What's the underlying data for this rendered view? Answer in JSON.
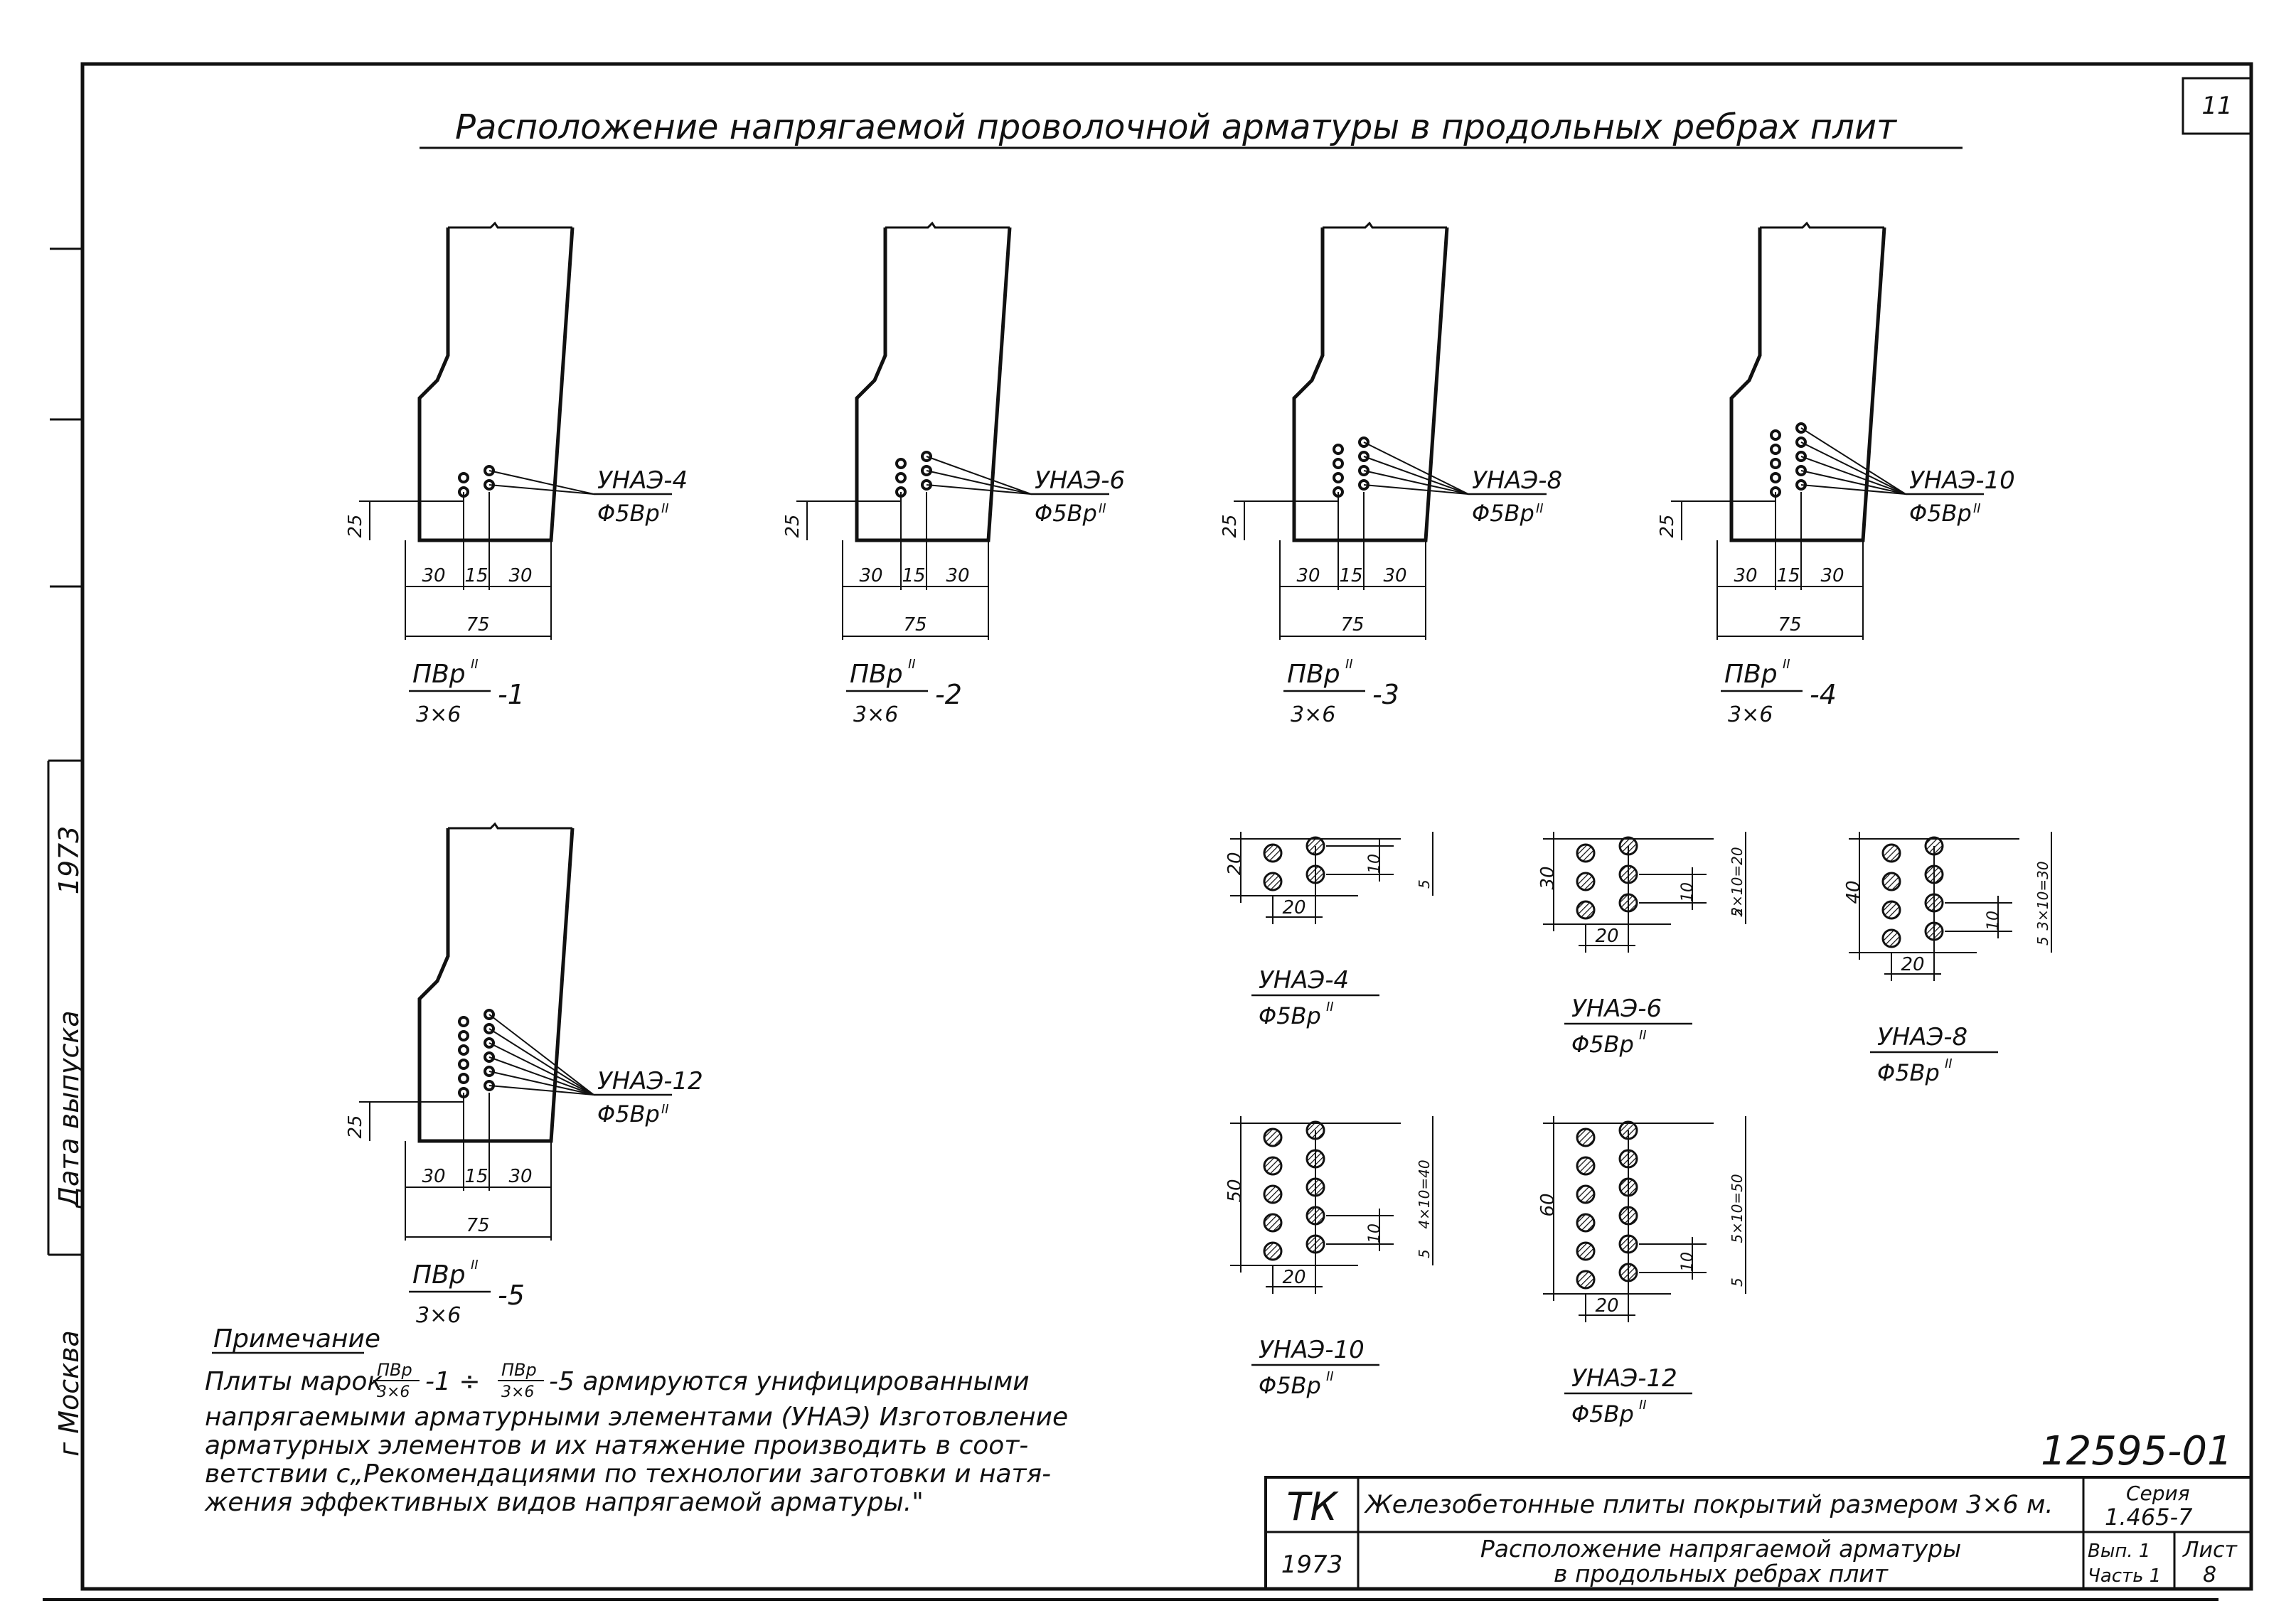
{
  "sheet_number": "11",
  "title": "Расположение   напрягаемой   проволочной арматуры в продольных ребрах плит",
  "left_stamp": {
    "city": "г Москва",
    "release_date_label": "Дата выпуска",
    "year": "1973"
  },
  "rib_sections": [
    {
      "dim_height": "25",
      "dim_left": "30",
      "dim_mid": "15",
      "dim_right": "30",
      "dim_total": "75",
      "element": "УНАЭ-4",
      "wire": "Φ5Вр",
      "mark_top": "ПВр",
      "mark_bottom": "3×6",
      "mark_suffix": "-1",
      "roman": "II"
    },
    {
      "dim_height": "25",
      "dim_left": "30",
      "dim_mid": "15",
      "dim_right": "30",
      "dim_total": "75",
      "element": "УНАЭ-6",
      "wire": "Φ5Вр",
      "mark_top": "ПВр",
      "mark_bottom": "3×6",
      "mark_suffix": "-2",
      "roman": "II"
    },
    {
      "dim_height": "25",
      "dim_left": "30",
      "dim_mid": "15",
      "dim_right": "30",
      "dim_total": "75",
      "element": "УНАЭ-8",
      "wire": "Φ5Вр",
      "mark_top": "ПВр",
      "mark_bottom": "3×6",
      "mark_suffix": "-3",
      "roman": "II"
    },
    {
      "dim_height": "25",
      "dim_left": "30",
      "dim_mid": "15",
      "dim_right": "30",
      "dim_total": "75",
      "element": "УНАЭ-10",
      "wire": "Φ5Вр",
      "mark_top": "ПВр",
      "mark_bottom": "3×6",
      "mark_suffix": "-4",
      "roman": "II"
    },
    {
      "dim_height": "25",
      "dim_left": "30",
      "dim_mid": "15",
      "dim_right": "30",
      "dim_total": "75",
      "element": "УНАЭ-12",
      "wire": "Φ5Вр",
      "mark_top": "ПВр",
      "mark_bottom": "3×6",
      "mark_suffix": "-5",
      "roman": "II"
    }
  ],
  "elements": [
    {
      "name": "УНАЭ-4",
      "wire": "Φ5Вр",
      "roman": "II",
      "height": "20",
      "width": "20",
      "pitch": "10",
      "edge": "5",
      "pitch_total": ""
    },
    {
      "name": "УНАЭ-6",
      "wire": "Φ5Вр",
      "roman": "II",
      "height": "30",
      "width": "20",
      "pitch": "10",
      "edge": "5",
      "pitch_total": "2×10=20"
    },
    {
      "name": "УНАЭ-8",
      "wire": "Φ5Вр",
      "roman": "II",
      "height": "40",
      "width": "20",
      "pitch": "10",
      "edge": "5",
      "pitch_total": "3×10=30"
    },
    {
      "name": "УНАЭ-10",
      "wire": "Φ5Вр",
      "roman": "II",
      "height": "50",
      "width": "20",
      "pitch": "10",
      "edge": "5",
      "pitch_total": "4×10=40"
    },
    {
      "name": "УНАЭ-12",
      "wire": "Φ5Вр",
      "roman": "II",
      "height": "60",
      "width": "20",
      "pitch": "10",
      "edge": "5",
      "pitch_total": "5×10=50"
    }
  ],
  "note": {
    "heading": "Примечание",
    "line1_start": "Плиты марок",
    "line1_mid": "-1  ÷",
    "line1_end": "-5 армируются унифицированными",
    "line2": "напрягаемыми арматурными элементами (УНАЭ) Изготовление",
    "line3": "арматурных элементов и их натяжение производить в соот-",
    "line4": "ветствии с„Рекомендациями по технологии заготовки и натя-",
    "line5": "жения эффективных видов напрягаемой арматуры.\"",
    "frac_top": "ПВр",
    "frac_bottom": "3×6"
  },
  "doc_number": "12595-01",
  "title_block": {
    "org": "ТК",
    "year": "1973",
    "name": "Железобетонные плиты покрытий размером 3×6 м.",
    "subtitle_line1": "Расположение напрягаемой арматуры",
    "subtitle_line2": "в продольных ребрах плит",
    "series_label": "Серия",
    "series_value": "1.465-7",
    "issue_label": "Вып. 1",
    "part_label": "Часть 1",
    "sheet_label": "Лист",
    "sheet_value": "8"
  }
}
